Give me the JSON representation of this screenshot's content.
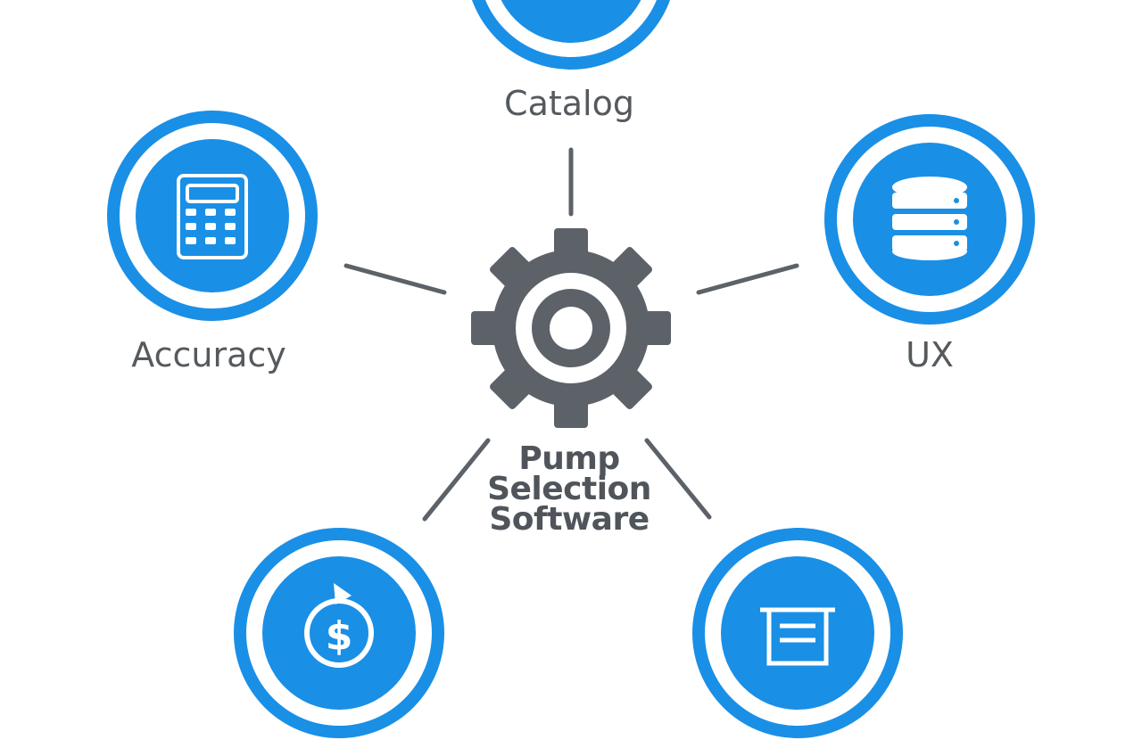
{
  "diagram": {
    "center": {
      "title_lines": [
        "Pump",
        "Selection",
        "Software"
      ],
      "icon": "gear-icon"
    },
    "nodes": [
      {
        "id": "catalog",
        "label": "Catalog",
        "icon": "catalog-icon"
      },
      {
        "id": "accuracy",
        "label": "Accuracy",
        "icon": "calculator-icon"
      },
      {
        "id": "ux",
        "label": "UX",
        "icon": "database-icon"
      },
      {
        "id": "cost",
        "label": "",
        "icon": "dollar-cycle-icon"
      },
      {
        "id": "docs",
        "label": "",
        "icon": "document-printer-icon"
      }
    ],
    "colors": {
      "accent": "#1a8fe6",
      "gear": "#5c6268",
      "line": "#5c6268",
      "text": "#555a5e"
    }
  }
}
